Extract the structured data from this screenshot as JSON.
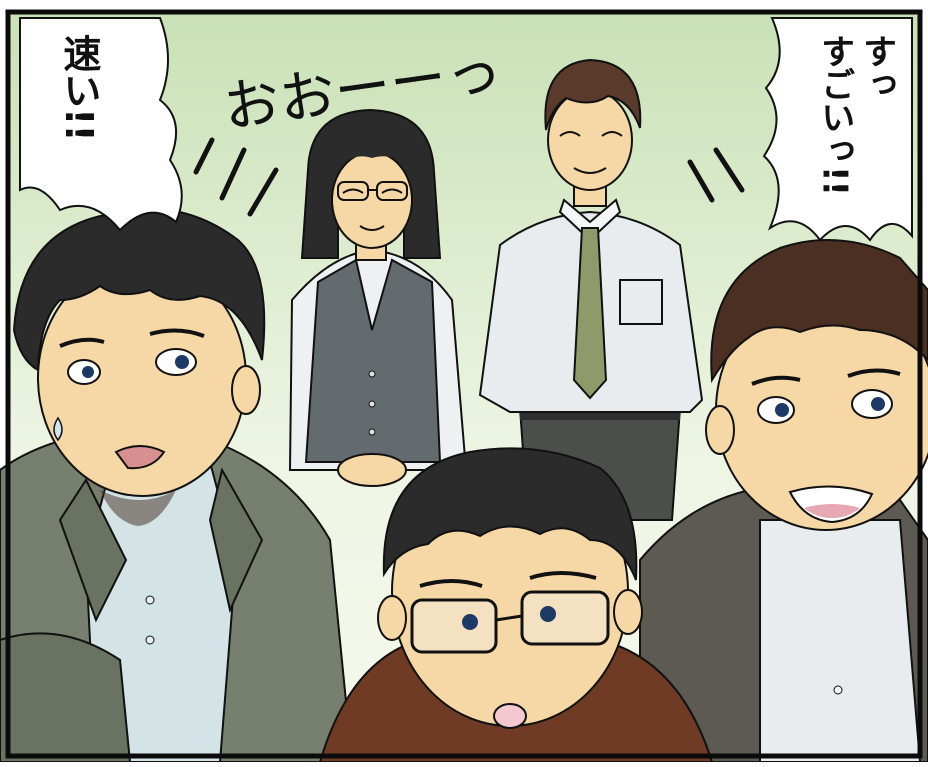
{
  "comic": {
    "bubble_left": {
      "text": "速い!!"
    },
    "bubble_right": {
      "line1": "すっ",
      "line2": "すごいっ!!"
    },
    "sound_effect": {
      "text": "おおーーっ"
    },
    "colors": {
      "background_gradient_top": "#c9e1b6",
      "background_gradient_bottom": "#f4f8ea",
      "panel_border": "#0b0b0b",
      "skin": "#f6d7a6",
      "hair": "#2b2b2b",
      "jacket_left": "#77806e",
      "jacket_right": "#5c5a52",
      "jacket_front": "#6f3b24",
      "vest": "#646b6e",
      "shirt": "#e9ecef",
      "tie": "#8f9a6a"
    },
    "characters": [
      {
        "id": "woman-with-glasses",
        "expression": "smiling"
      },
      {
        "id": "man-with-tie",
        "expression": "smiling"
      },
      {
        "id": "man-left-goatee",
        "expression": "surprised"
      },
      {
        "id": "man-center-glasses",
        "expression": "surprised"
      },
      {
        "id": "man-right",
        "expression": "amazed"
      }
    ]
  }
}
